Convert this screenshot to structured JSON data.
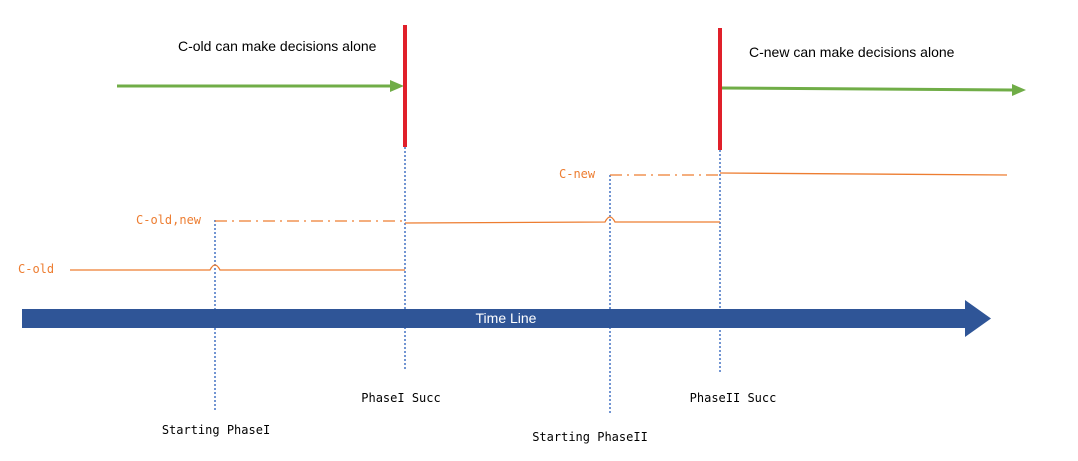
{
  "annotations": {
    "c_old_alone": "C-old can make decisions alone",
    "c_new_alone": "C-new can make decisions alone"
  },
  "configs": {
    "c_old": "C-old",
    "c_old_new": "C-old,new",
    "c_new": "C-new"
  },
  "timeline": {
    "label": "Time Line"
  },
  "events": {
    "starting_phase1": "Starting PhaseI",
    "phase1_succ": "PhaseI Succ",
    "starting_phase2": "Starting PhaseII",
    "phase2_succ": "PhaseII Succ"
  },
  "colors": {
    "green_arrow": "#70ad47",
    "red_marker": "#e0202a",
    "orange_line": "#ed7d31",
    "blue_timeline": "#2f5597",
    "dotted_line": "#4472c4",
    "text": "#000000"
  }
}
